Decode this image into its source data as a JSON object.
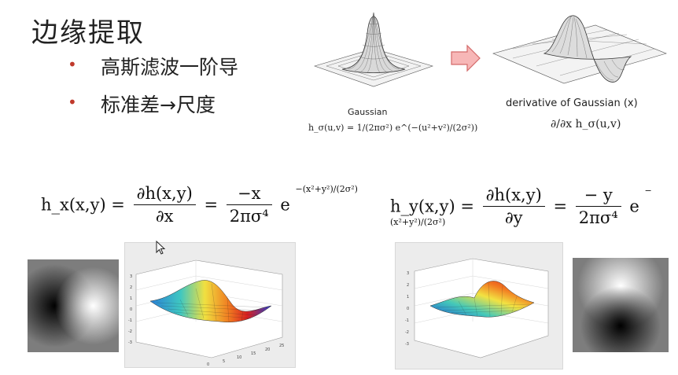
{
  "slide": {
    "title": "边缘提取",
    "bullets": [
      {
        "text": "高斯滤波一阶导"
      },
      {
        "text": "标准差→尺度"
      }
    ]
  },
  "top_figures": {
    "gaussian_caption": "Gaussian",
    "gaussian_formula": "h_σ(u,v) = 1/(2πσ²) e^(−(u²+v²)/(2σ²))",
    "derivative_caption": "derivative of Gaussian (x)",
    "derivative_formula": "∂/∂x h_σ(u,v)",
    "arrow_icon": "right-arrow-icon",
    "arrow_color": "#f4a6a6"
  },
  "formulas": {
    "hx": {
      "lhs": "h_x(x,y) =",
      "num1": "∂h(x,y)",
      "den1": "∂x",
      "num2": "−x",
      "den2": "2πσ⁴",
      "exp": "−(x²+y²)/(2σ²)"
    },
    "hy": {
      "lhs": "h_y(x,y) =",
      "num1": "∂h(x,y)",
      "den1": "∂y",
      "num2": "− y",
      "den2": "2πσ⁴",
      "exp": "−(x²+y²)/(2σ²)"
    }
  },
  "plots": {
    "left_axis_ticks": [
      "0",
      "5",
      "10",
      "15",
      "20",
      "25"
    ],
    "z_ticks": [
      "3",
      "2",
      "1",
      "0",
      "-1",
      "-2",
      "-3"
    ]
  }
}
